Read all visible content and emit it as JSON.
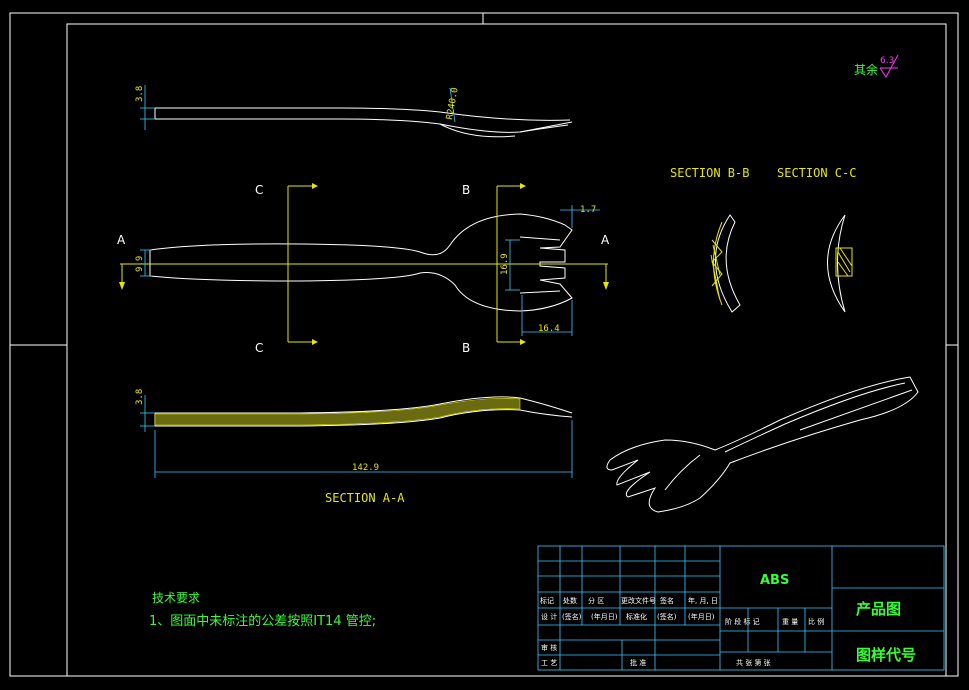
{
  "drawing": {
    "roughness": {
      "label": "其余",
      "value": "6.3"
    },
    "section_labels": {
      "bb": "SECTION B-B",
      "cc": "SECTION C-C",
      "aa": "SECTION A-A"
    },
    "cut_markers": {
      "a": "A",
      "b": "B",
      "c": "C"
    },
    "dimensions": {
      "side_thickness": "3.8",
      "side_radius": "R240.0",
      "plan_width": "9.9",
      "tine_gap": "1.7",
      "head_width": "16.9",
      "head_length": "16.4",
      "section_thickness": "3.8",
      "overall_length": "142.9"
    },
    "notes": {
      "title": "技术要求",
      "item1": "1、图面中未标注的公差按照IT14 管控;"
    },
    "title_block": {
      "material": "ABS",
      "drawing_name": "产品图",
      "drawing_code": "图样代号",
      "row_a": [
        "标记",
        "处数",
        "分 区",
        "更改文件号",
        "签名",
        "年, 月, 日"
      ],
      "row_b": [
        "设 计",
        "(签名)",
        "(年月日)",
        "标准化",
        "(签名)",
        "(年月日)"
      ],
      "row_c": [
        "审 核"
      ],
      "row_d": [
        "工 艺",
        "批 准"
      ],
      "stage_labels": [
        "阶 段 标 记",
        "重 量",
        "比 例"
      ],
      "sheet_labels": [
        "共  张  第  张"
      ]
    }
  }
}
